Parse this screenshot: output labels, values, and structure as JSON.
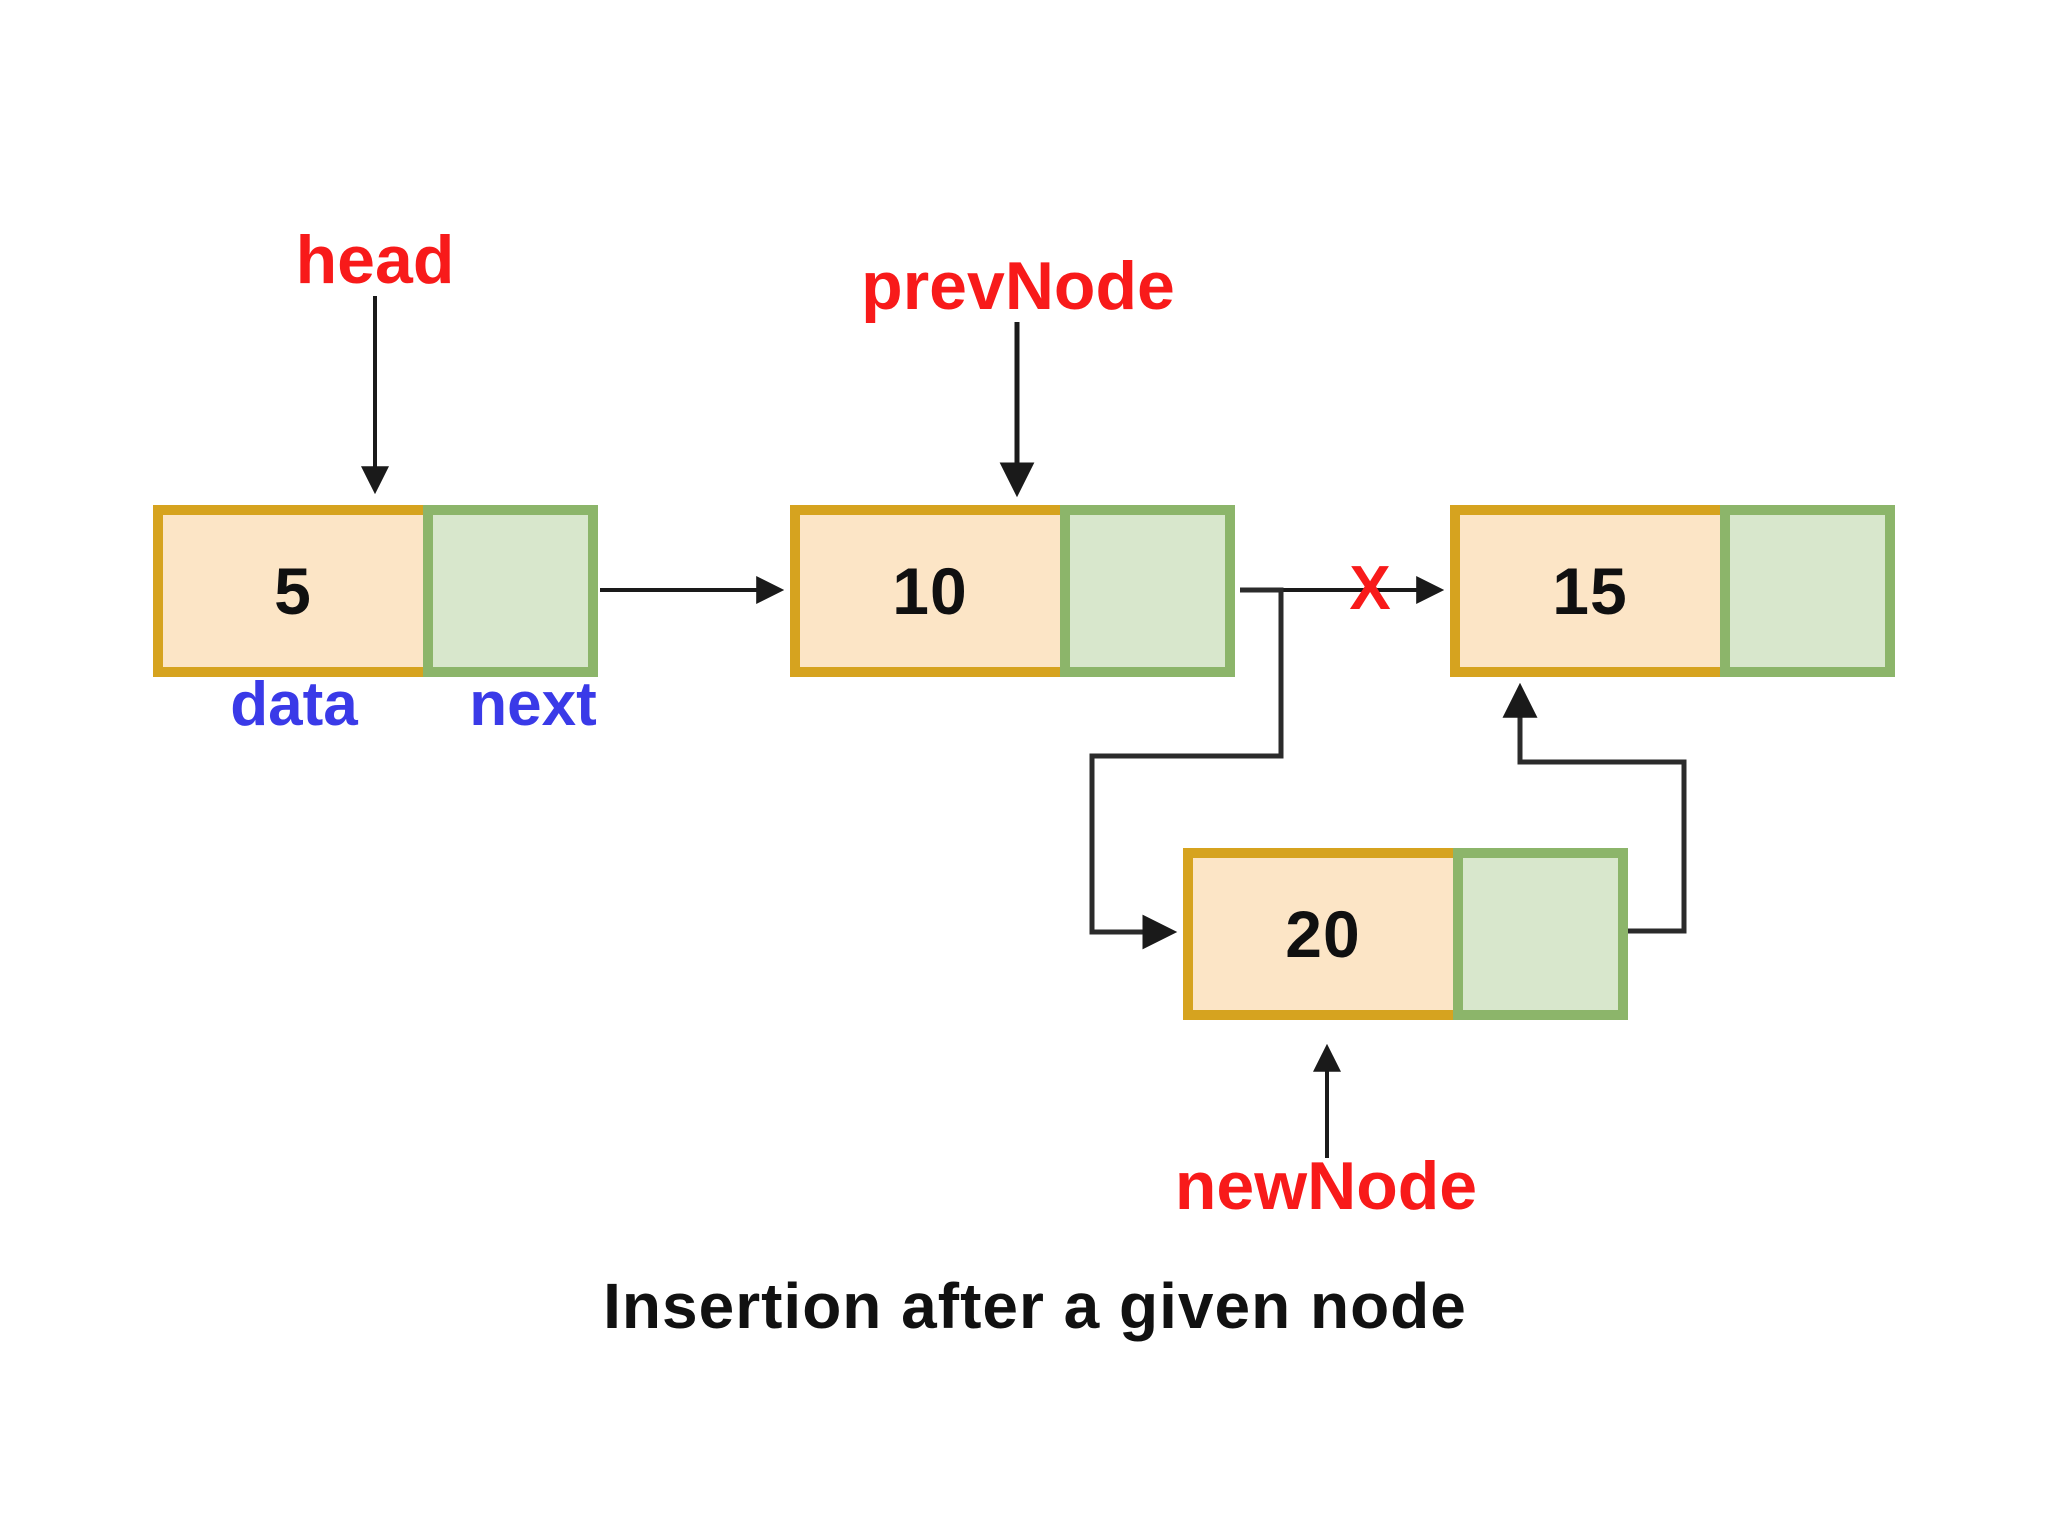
{
  "title": "Insertion after a given node",
  "labels": {
    "head": "head",
    "prev_node": "prevNode",
    "new_node": "newNode",
    "data_field": "data",
    "next_field": "next",
    "broken_link_mark": "X"
  },
  "nodes": [
    {
      "id": "node-5",
      "value": "5"
    },
    {
      "id": "node-10",
      "value": "10"
    },
    {
      "id": "node-15",
      "value": "15"
    },
    {
      "id": "node-20",
      "value": "20"
    }
  ],
  "connections": [
    {
      "from": "head",
      "to": "node-5",
      "status": "pointer"
    },
    {
      "from": "prevNode",
      "to": "node-10",
      "status": "pointer"
    },
    {
      "from": "newNode",
      "to": "node-20",
      "status": "pointer"
    },
    {
      "from": "node-5.next",
      "to": "node-10",
      "status": "existing"
    },
    {
      "from": "node-10.next",
      "to": "node-15",
      "status": "broken"
    },
    {
      "from": "node-10.next",
      "to": "node-20",
      "status": "new"
    },
    {
      "from": "node-20.next",
      "to": "node-15",
      "status": "new"
    }
  ],
  "colors": {
    "data_cell_fill": "#fce5c6",
    "data_cell_border": "#d6a31f",
    "next_cell_fill": "#d8e7cc",
    "next_cell_border": "#8cb56a",
    "pointer_label_red": "#f81a1a",
    "field_label_blue": "#3a3ae8",
    "arrow_black": "#1a1a1a",
    "background": "#ffffff"
  }
}
